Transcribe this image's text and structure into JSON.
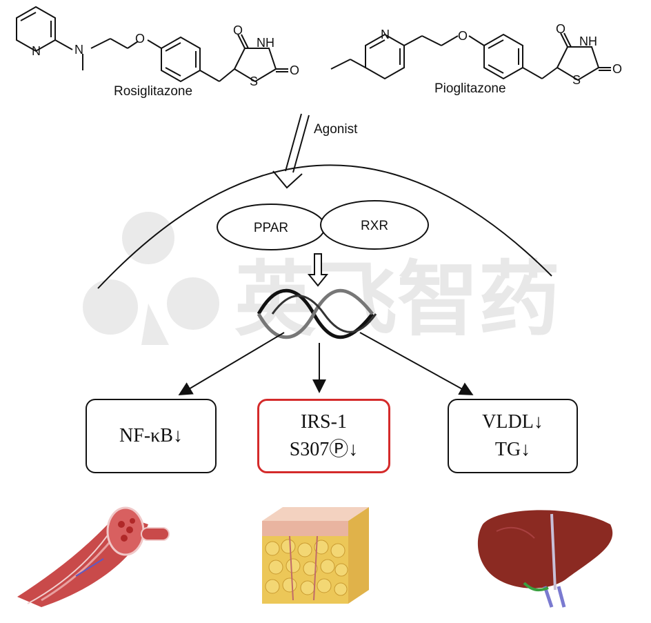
{
  "drugs": [
    {
      "name": "Rosiglitazone"
    },
    {
      "name": "Pioglitazone"
    }
  ],
  "atoms": {
    "n": "N",
    "nh": "NH",
    "o": "O",
    "s": "S"
  },
  "arrow_label": "Agonist",
  "receptors": [
    "PPAR",
    "RXR"
  ],
  "watermark": "英飞智药",
  "effects": [
    {
      "lines": [
        "NF-κB↓"
      ],
      "highlight": false,
      "tissue": "muscle-icon"
    },
    {
      "lines": [
        "IRS-1",
        "S307Ⓟ↓"
      ],
      "highlight": true,
      "tissue": "adipose-tissue-icon"
    },
    {
      "lines": [
        "VLDL↓",
        "TG↓"
      ],
      "highlight": false,
      "tissue": "liver-icon"
    }
  ],
  "colors": {
    "line": "#111111",
    "highlight_border": "#d42a2a",
    "muscle": "#c94a4a",
    "fat": "#e9c04a",
    "skin": "#e8b8a0",
    "liver": "#8b2a22",
    "watermark": "#e6e6e6"
  }
}
